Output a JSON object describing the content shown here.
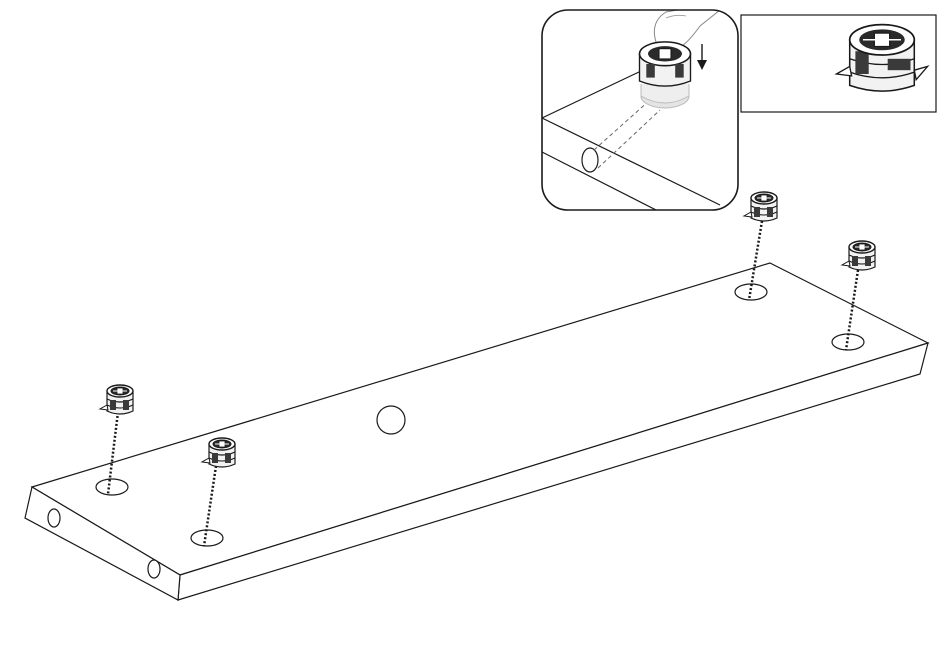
{
  "diagram": {
    "subject": "assembly-step",
    "part": "board-panel",
    "fastener": "cam-lock-fitting",
    "fastener_count": 4,
    "detail_insets": 2,
    "insert_direction": "down"
  },
  "colors": {
    "stroke": "#1a1a1a",
    "background": "#ffffff",
    "fitting_fill": "#f2f2f2",
    "fitting_dark": "#3a3a3a"
  }
}
